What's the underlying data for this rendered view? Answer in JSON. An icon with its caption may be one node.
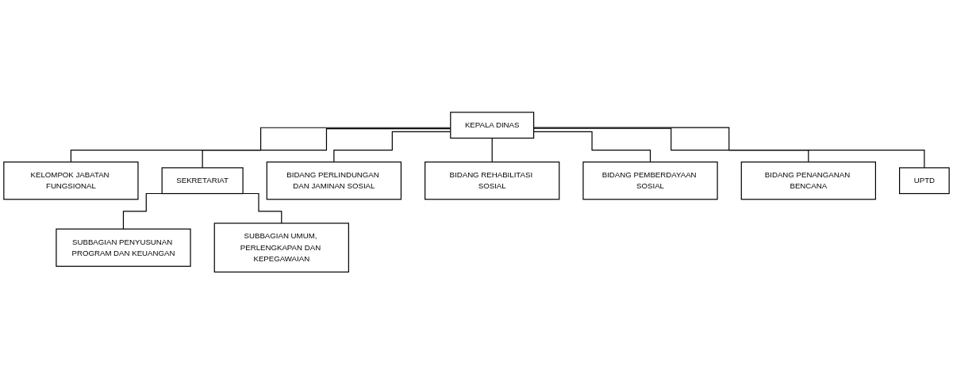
{
  "diagram": {
    "nodes": [
      {
        "text": [
          "KEPALA DINAS"
        ]
      },
      {
        "text": [
          "KELOMPOK JABATAN FUNGSIONAL"
        ]
      },
      {
        "text": [
          "SEKRETARIAT"
        ]
      },
      {
        "text": [
          "SUBBAGIAN PENYUSUNAN PROGRAM DAN KEUANGAN"
        ]
      },
      {
        "text": [
          "SUBBAGIAN UMUM, PERLENGKAPAN DAN KEPEGAWAIAN"
        ]
      },
      {
        "text": [
          "BIDANG PERLINDUNGAN DAN JAMINAN SOSIAL"
        ]
      },
      {
        "text": [
          "BIDANG REHABILITASI SOSIAL"
        ]
      },
      {
        "text": [
          "BIDANG PEMBERDAYAAN SOSIAL"
        ]
      },
      {
        "text": [
          "BIDANG PENANGANAN BENCANA"
        ]
      },
      {
        "text": [
          "UPTD"
        ]
      }
    ],
    "edges": [
      {
        "from": 0,
        "to": 1,
        "arrow": "none"
      },
      {
        "from": 0,
        "to": 2,
        "arrow": "none"
      },
      {
        "from": 2,
        "to": 3,
        "arrow": "none"
      },
      {
        "from": 2,
        "to": 4,
        "arrow": "none"
      },
      {
        "from": 0,
        "to": 5,
        "arrow": "none"
      },
      {
        "from": 0,
        "to": 6,
        "arrow": "none"
      },
      {
        "from": 0,
        "to": 7,
        "arrow": "none"
      },
      {
        "from": 0,
        "to": 8,
        "arrow": "none"
      },
      {
        "from": 0,
        "to": 9,
        "arrow": "none"
      }
    ]
  }
}
